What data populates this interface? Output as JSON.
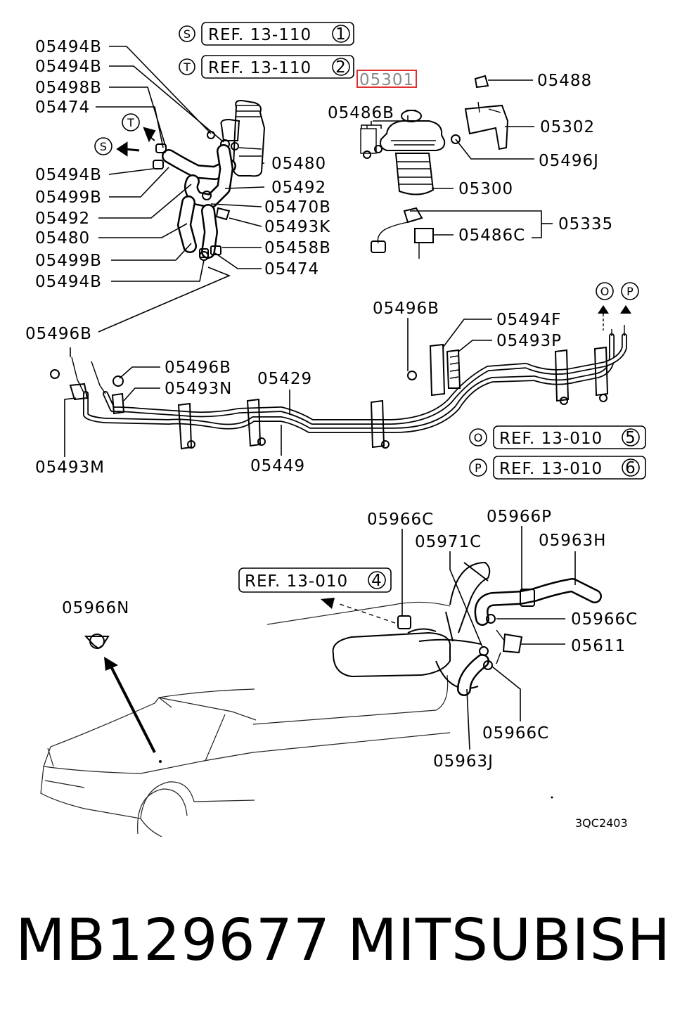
{
  "refs": {
    "s": {
      "letter": "S",
      "text": "REF. 13-110",
      "num": "1"
    },
    "t": {
      "letter": "T",
      "text": "REF. 13-110",
      "num": "2"
    },
    "o": {
      "letter": "O",
      "text": "REF. 13-010",
      "num": "5"
    },
    "p": {
      "letter": "P",
      "text": "REF. 13-010",
      "num": "6"
    },
    "lower": {
      "text": "REF. 13-010",
      "num": "4"
    }
  },
  "markers": {
    "s": "S",
    "t": "T",
    "o": "O",
    "p": "P"
  },
  "highlight_part": "05301",
  "highlight_color": "#e03030",
  "labels": {
    "l05494b_1": "05494B",
    "l05494b_2": "05494B",
    "l05498b": "05498B",
    "l05474_1": "05474",
    "l05494b_3": "05494B",
    "l05499b_1": "05499B",
    "l05492_1": "05492",
    "l05480_1": "05480",
    "l05499b_2": "05499B",
    "l05494b_4": "05494B",
    "l05480_2": "05480",
    "l05492_2": "05492",
    "l05470b": "05470B",
    "l05493k": "05493K",
    "l05458b": "05458B",
    "l05474_2": "05474",
    "l05486b": "05486B",
    "l05488": "05488",
    "l05302": "05302",
    "l05496j": "05496J",
    "l05300": "05300",
    "l05335": "05335",
    "l05486c": "05486C",
    "l05496b_1": "05496B",
    "l05496b_2": "05496B",
    "l05496b_3": "05496B",
    "l05493n": "05493N",
    "l05429": "05429",
    "l05494f": "05494F",
    "l05493p": "05493P",
    "l05493m": "05493M",
    "l05449": "05449",
    "l05966c_1": "05966C",
    "l05966p": "05966P",
    "l05971c": "05971C",
    "l05963h": "05963H",
    "l05966n": "05966N",
    "l05966c_2": "05966C",
    "l05611": "05611",
    "l05966c_3": "05966C",
    "l05963j": "05963J"
  },
  "drawing_code": "3QC2403",
  "part_number": "MB129677",
  "brand": "MITSUBISHI"
}
